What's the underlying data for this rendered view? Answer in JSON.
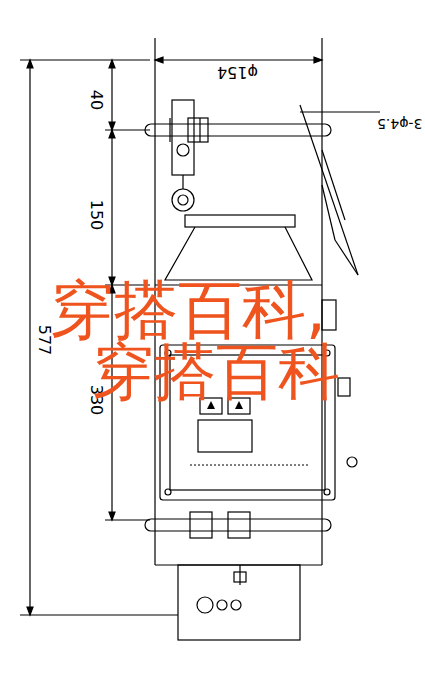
{
  "diagram": {
    "labels": [
      "φ154",
      "40",
      "3-φ4.5",
      "150",
      "577",
      "330",
      "穿搭百科,",
      "穿搭百科"
    ]
  }
}
